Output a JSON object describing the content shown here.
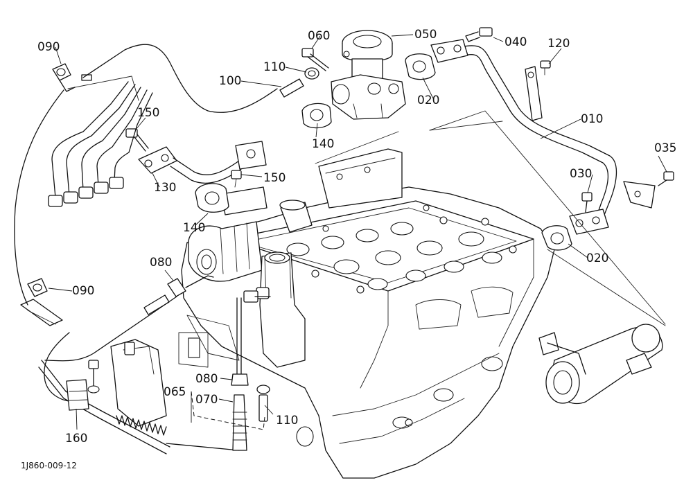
{
  "labels": {
    "p010": "010",
    "p020a": "020",
    "p020b": "020",
    "p030": "030",
    "p035": "035",
    "p040": "040",
    "p050": "050",
    "p060": "060",
    "p065": "065",
    "p070": "070",
    "p080a": "080",
    "p080b": "080",
    "p090a": "090",
    "p090b": "090",
    "p100": "100",
    "p110a": "110",
    "p110b": "110",
    "p120": "120",
    "p130": "130",
    "p140a": "140",
    "p140b": "140",
    "p150a": "150",
    "p150b": "150",
    "p160": "160"
  },
  "figure_id": "1J860-009-12"
}
